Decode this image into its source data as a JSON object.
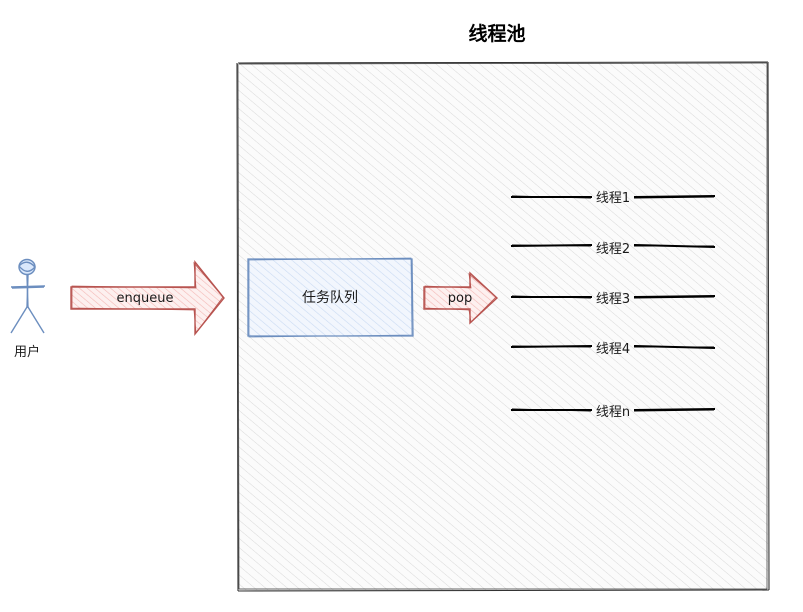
{
  "pool": {
    "title": "线程池"
  },
  "actor": {
    "label": "用户",
    "icon": "stick-figure-user-icon"
  },
  "arrows": {
    "enqueue": "enqueue",
    "pop": "pop"
  },
  "queue": {
    "label": "任务队列"
  },
  "threads": [
    {
      "label": "线程1"
    },
    {
      "label": "线程2"
    },
    {
      "label": "线程3"
    },
    {
      "label": "线程4"
    },
    {
      "label": "线程n"
    }
  ],
  "colors": {
    "arrow_stroke": "#b85450",
    "arrow_fill": "#f8cecc",
    "queue_stroke": "#6c8ebf",
    "queue_fill": "#dae8fc",
    "actor_stroke": "#6c8ebf",
    "pool_stroke": "#333333",
    "thread_line": "#000000"
  }
}
